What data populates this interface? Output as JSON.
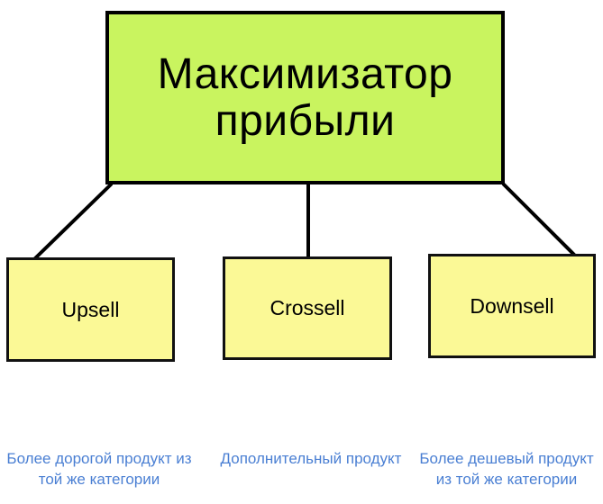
{
  "diagram": {
    "root": {
      "label": "Максимизатор прибыли"
    },
    "children": [
      {
        "label": "Upsell",
        "caption": "Более дорогой продукт из той же категории"
      },
      {
        "label": "Crossell",
        "caption": "Дополнительный продукт"
      },
      {
        "label": "Downsell",
        "caption": "Более дешевый продукт из той же категории"
      }
    ],
    "colors": {
      "root_fill": "#c9f45f",
      "child_fill": "#fbf996",
      "border": "#000000",
      "connector": "#000000",
      "caption_text": "#4a7fd3",
      "label_text": "#000000",
      "background": "#ffffff"
    }
  }
}
